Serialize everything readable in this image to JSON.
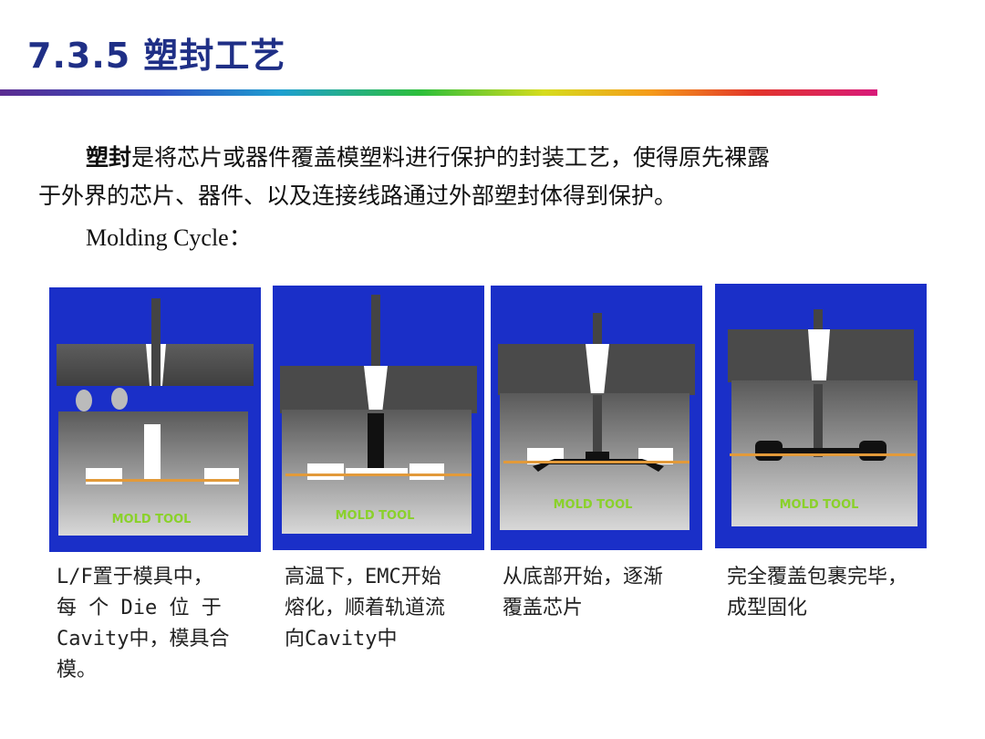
{
  "header": {
    "title": "7.3.5 塑封工艺"
  },
  "intro": {
    "bold_term": "塑封",
    "text_line1_rest": "是将芯片或器件覆盖模塑料进行保护的封装工艺，使得原先裸露",
    "text_line2": "于外界的芯片、器件、以及连接线路通过外部塑封体得到保护。",
    "cycle_label": "Molding Cycle："
  },
  "steps": [
    {
      "image_label": "MOLD TOOL",
      "caption_lines": [
        "L/F置于模具中，",
        "每 个 Die 位 于",
        "Cavity中，模具合",
        "模。"
      ]
    },
    {
      "image_label": "MOLD TOOL",
      "caption_lines": [
        "高温下，EMC开始",
        "熔化，顺着轨道流",
        "向Cavity中"
      ]
    },
    {
      "image_label": "MOLD TOOL",
      "caption_lines": [
        "从底部开始，逐渐",
        "覆盖芯片"
      ]
    },
    {
      "image_label": "MOLD TOOL",
      "caption_lines": [
        "完全覆盖包裹完毕，",
        "成型固化"
      ]
    }
  ],
  "colors": {
    "title": "#1f2f86",
    "panel_bg": "#1a2fc8",
    "label": "#8ad12a"
  }
}
